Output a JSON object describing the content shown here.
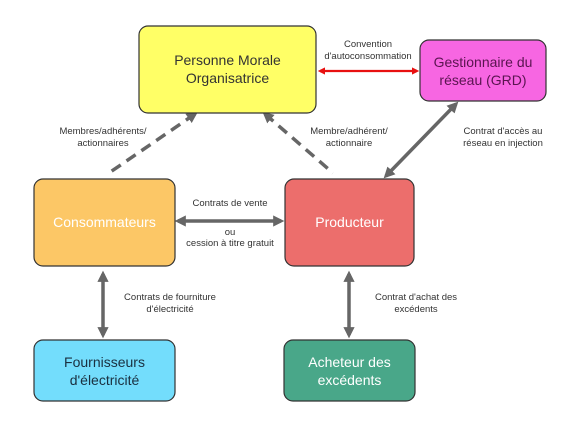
{
  "colors": {
    "pmo_fill": "#ffff66",
    "pmo_text": "#333333",
    "grd_fill": "#f766e2",
    "grd_text": "#5a1450",
    "conso_fill": "#fcc766",
    "conso_text": "#ffffff",
    "prod_fill": "#ec6e6c",
    "prod_text": "#ffffff",
    "fourn_fill": "#73ddfc",
    "fourn_text": "#1a3040",
    "acheteur_fill": "#49a789",
    "acheteur_text": "#ffffff",
    "node_stroke": "#333333",
    "arrow_gray": "#666666",
    "arrow_red": "#e81010",
    "label_red": "#e81010"
  },
  "nodes": {
    "pmo": {
      "line1": "Personne Morale",
      "line2": "Organisatrice"
    },
    "grd": {
      "line1": "Gestionnaire du",
      "line2": "réseau (GRD)"
    },
    "consommateurs": {
      "label": "Consommateurs"
    },
    "producteur": {
      "label": "Producteur"
    },
    "fournisseurs": {
      "line1": "Fournisseurs",
      "line2": "d'électricité"
    },
    "acheteur": {
      "line1": "Acheteur des",
      "line2": "excédents"
    }
  },
  "edges": {
    "convention": {
      "line1": "Convention",
      "line2": "d'autoconsommation"
    },
    "membres_conso": {
      "line1": "Membres/adhérents/",
      "line2": "actionnaires"
    },
    "membre_prod": {
      "line1": "Membre/adhérent/",
      "line2": "actionnaire"
    },
    "acces_reseau": {
      "line1": "Contrat d'accès au",
      "line2": "réseau en injection"
    },
    "vente": {
      "line1": "Contrats de vente",
      "line2": "ou",
      "line3": "cession à titre gratuit"
    },
    "fourniture": {
      "line1": "Contrats de fourniture",
      "line2": "d'électricité"
    },
    "achat": {
      "line1": "Contrat d'achat des",
      "line2": "excédents"
    }
  }
}
